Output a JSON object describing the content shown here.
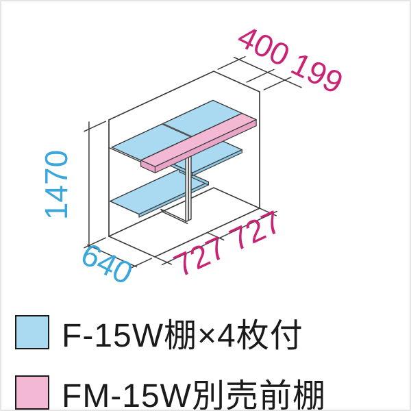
{
  "diagram": {
    "type": "isometric storage-shed interior with shelves",
    "dimensions": {
      "height_mm": "1470",
      "depth_mm": "640",
      "width_mm": "727 727",
      "shelf_depth_mm": "400",
      "front_shelf_depth_mm": "199"
    },
    "colors": {
      "shelf_blue": "#a9daf2",
      "shelf_pink": "#f3b9d4",
      "dim_text_blue": "#3aa6da",
      "dim_text_magenta": "#c92374",
      "line": "#3a3a3a"
    }
  },
  "legend": {
    "items": [
      {
        "swatch_color": "#a9daf2",
        "label": "F-15W棚×4枚付"
      },
      {
        "swatch_color": "#f3b9d4",
        "label": "FM-15W別売前棚"
      }
    ]
  }
}
